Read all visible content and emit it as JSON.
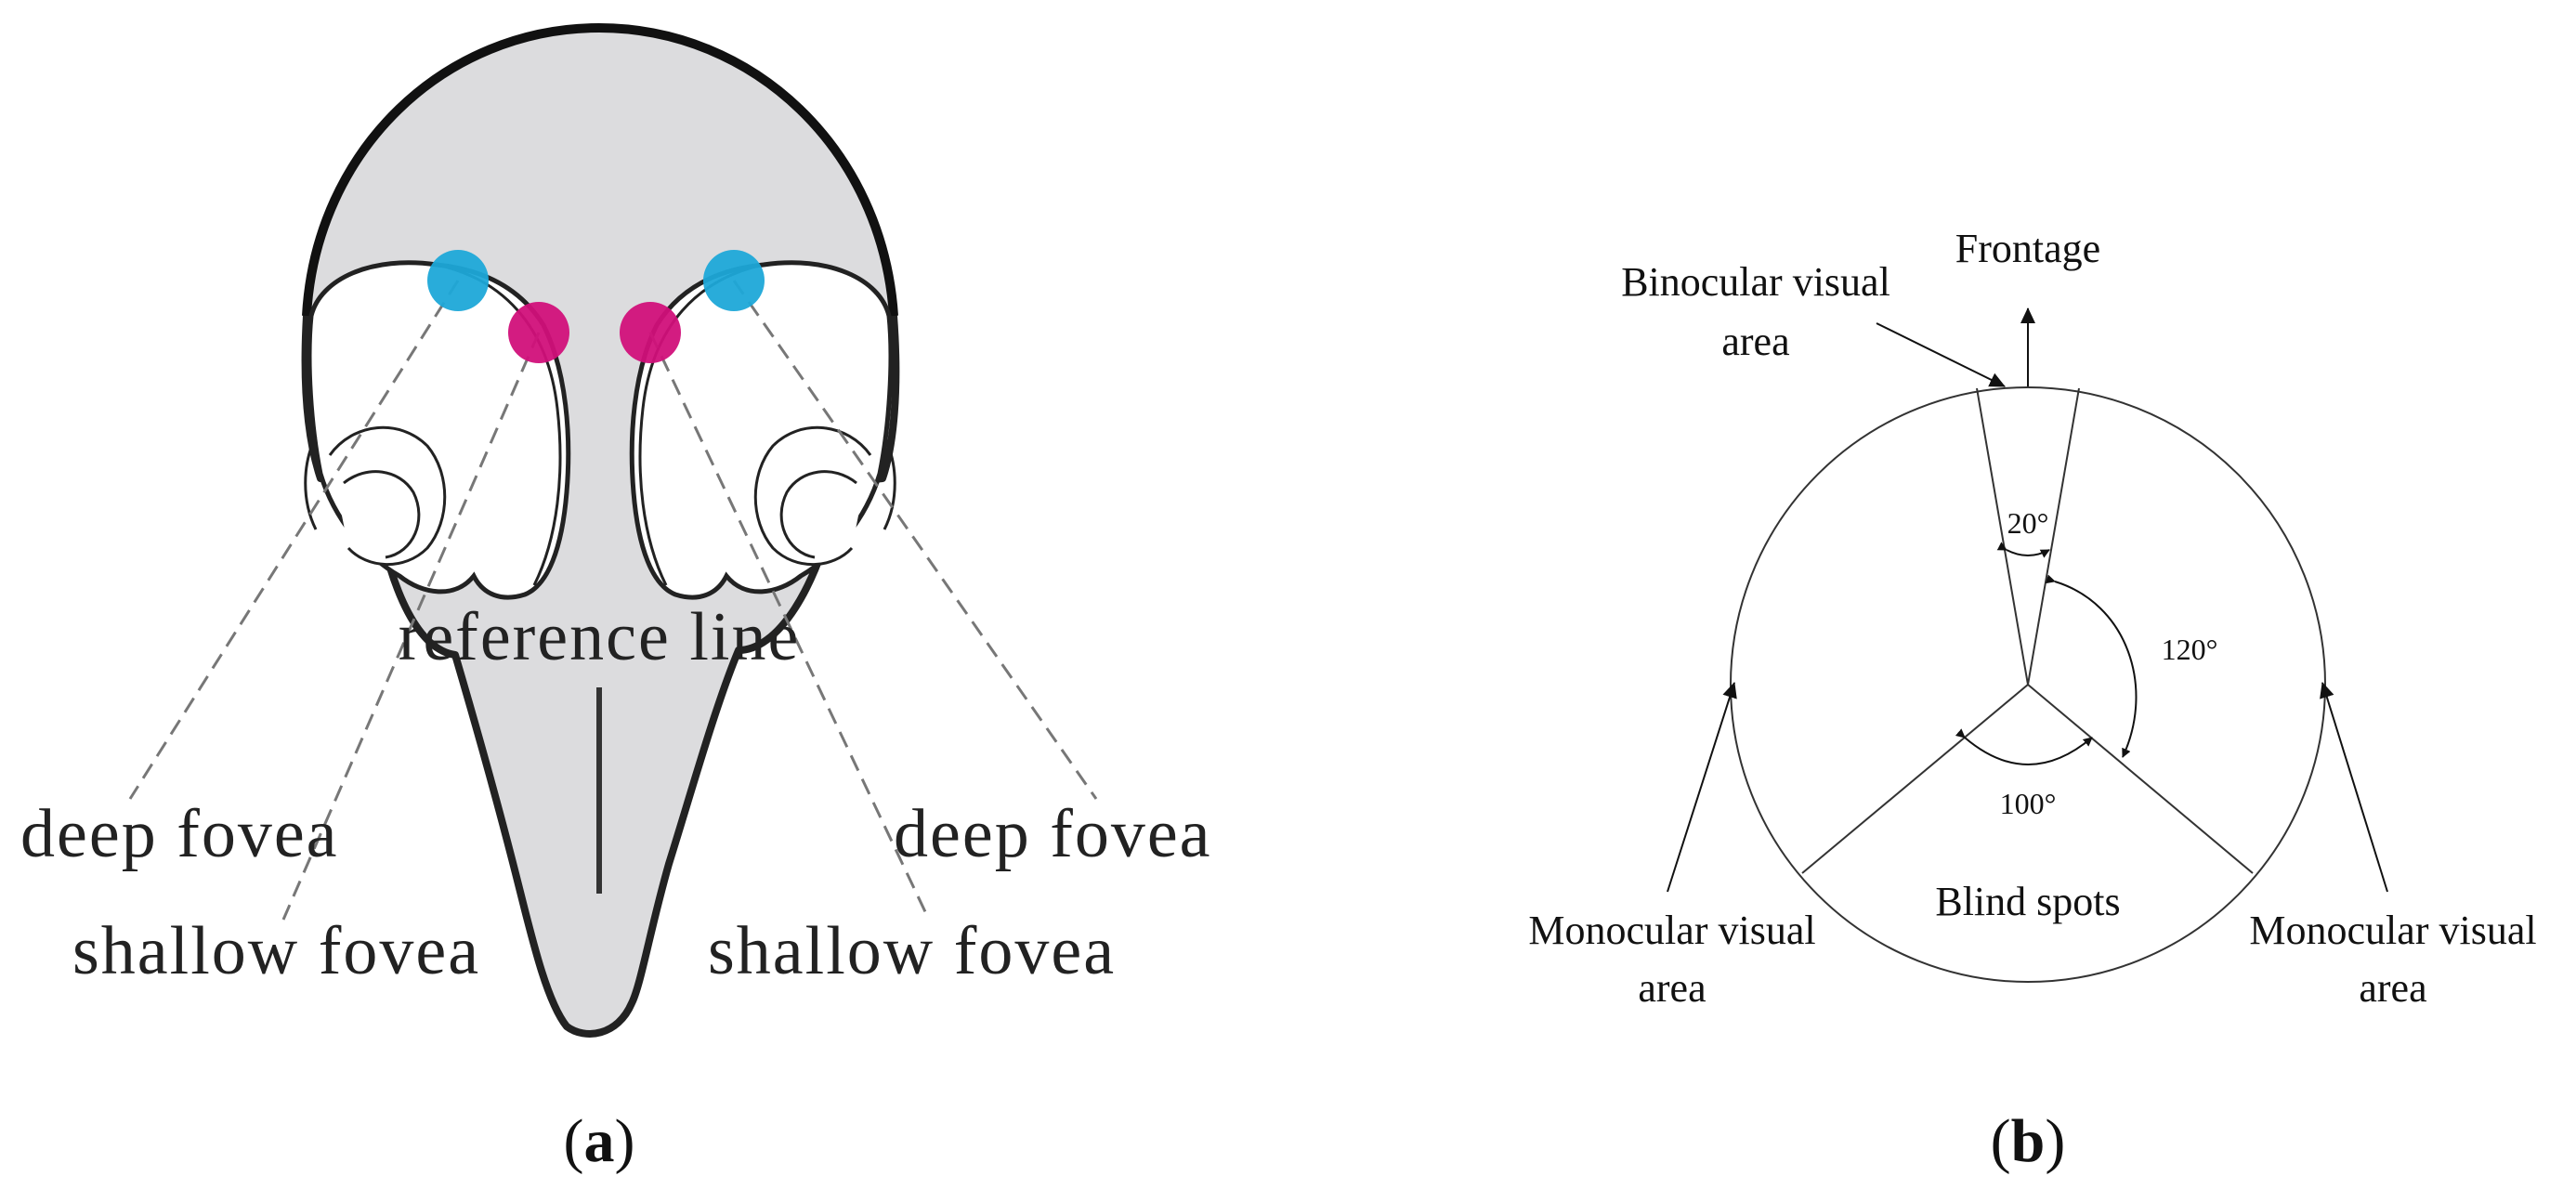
{
  "colors": {
    "head_fill": "#dcdcde",
    "outline": "#222222",
    "deep_fovea_dot": "#1ea8d8",
    "shallow_fovea_dot": "#d1107a",
    "dash_line": "#777777"
  },
  "panel_a": {
    "caption_open": "(",
    "caption_letter": "a",
    "caption_close": ")",
    "reference_line": "reference line",
    "left_deep_fovea": "deep fovea",
    "left_shallow_fovea": "shallow fovea",
    "right_deep_fovea": "deep fovea",
    "right_shallow_fovea": "shallow fovea"
  },
  "panel_b": {
    "caption_open": "(",
    "caption_letter": "b",
    "caption_close": ")",
    "frontage": "Frontage",
    "binocular_line1": "Binocular visual",
    "binocular_line2": "area",
    "angle_binocular": "20°",
    "angle_right": "120°",
    "angle_bottom": "100°",
    "blind_spots": "Blind spots",
    "mono_left_line1": "Monocular visual",
    "mono_left_line2": "area",
    "mono_right_line1": "Monocular visual",
    "mono_right_line2": "area"
  }
}
